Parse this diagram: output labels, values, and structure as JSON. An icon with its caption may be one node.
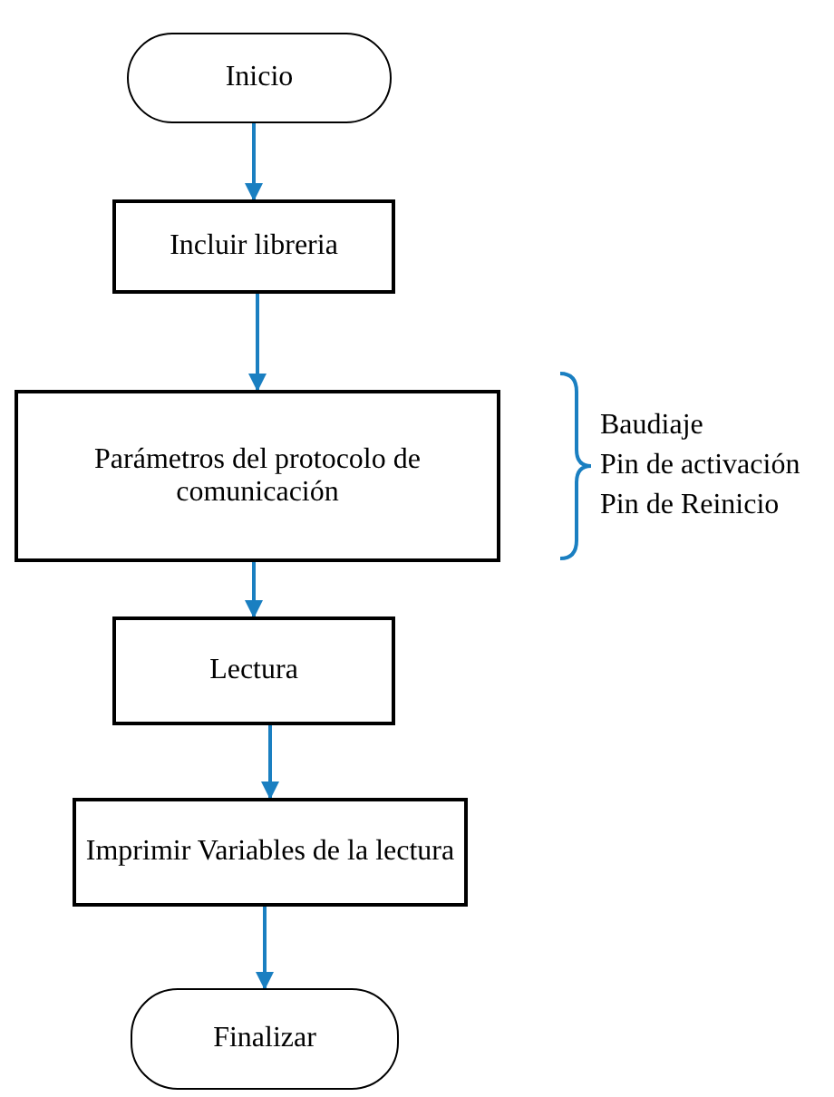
{
  "diagram": {
    "nodes": [
      {
        "text": [
          "Inicio"
        ]
      },
      {
        "text": [
          "Incluir libreria"
        ]
      },
      {
        "text": [
          "Parámetros del protocolo de comunicación"
        ]
      },
      {
        "text": [
          "Lectura"
        ]
      },
      {
        "text": [
          "Imprimir Variables de la lectura"
        ]
      },
      {
        "text": [
          "Finalizar"
        ]
      }
    ],
    "edges": [
      {
        "from": 0,
        "to": 1,
        "arrow": "to"
      },
      {
        "from": 1,
        "to": 2,
        "arrow": "to"
      },
      {
        "from": 2,
        "to": 3,
        "arrow": "to"
      },
      {
        "from": 3,
        "to": 4,
        "arrow": "to"
      },
      {
        "from": 4,
        "to": 5,
        "arrow": "to"
      }
    ],
    "labels": [
      "Baudiaje",
      "Pin de activación",
      "Pin de Reinicio"
    ]
  }
}
